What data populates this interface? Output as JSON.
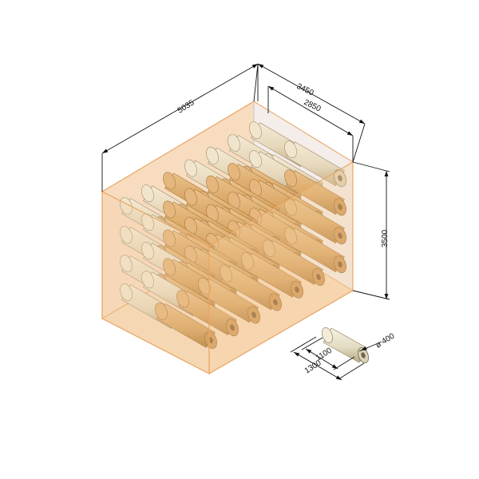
{
  "diagram": {
    "colors": {
      "box_fill": "#f3c99a",
      "box_edge": "#e9a864",
      "glass": "#e9eef5",
      "roll_light": "#ece6cf",
      "roll_dark": "#a89b78",
      "roll_in_box": "#d8a865",
      "roll_in_box_dark": "#9a6a2a",
      "dim_line": "#111111"
    },
    "dimensions": {
      "length": "5035",
      "outer_width": "3450",
      "inner_width": "2850",
      "height": "3500"
    },
    "detail_roll": {
      "length": "1100",
      "overall_length": "1300",
      "diameter": "ø 400"
    },
    "stack": {
      "columns": 7,
      "rows": 4,
      "depth_layers": 2
    }
  }
}
